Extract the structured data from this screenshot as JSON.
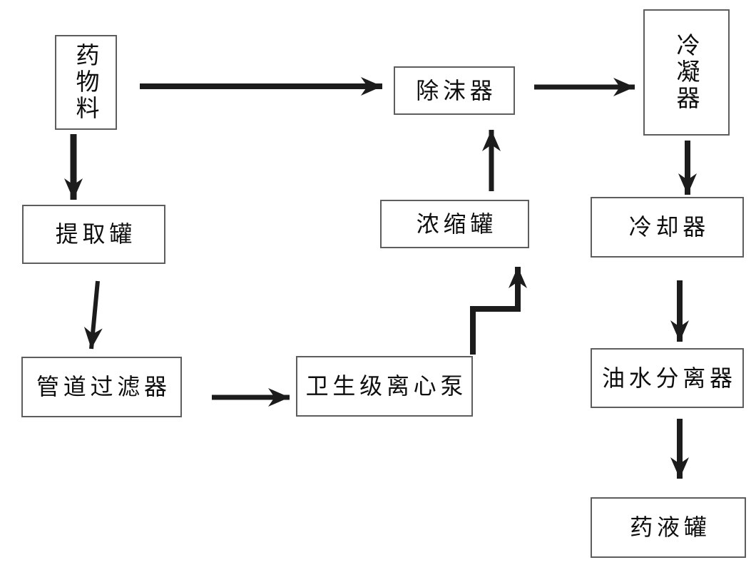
{
  "diagram": {
    "type": "process-flowchart",
    "background_color": "#ffffff",
    "arrow_color": "#1c1c1c",
    "box_border_color": "#5d5d5d",
    "text_color": "#0e0e0e",
    "nodes": {
      "drug_material": {
        "label": "药物料",
        "text_orientation": "vertical"
      },
      "extraction_tank": {
        "label": "提取罐",
        "text_orientation": "horizontal"
      },
      "pipeline_filter": {
        "label": "管道过滤器",
        "text_orientation": "horizontal"
      },
      "sanitary_centrifugal_pump": {
        "label": "卫生级离心泵",
        "text_orientation": "horizontal"
      },
      "concentration_tank": {
        "label": "浓缩罐",
        "text_orientation": "horizontal"
      },
      "demister": {
        "label": "除沫器",
        "text_orientation": "horizontal"
      },
      "condenser": {
        "label": "冷凝器",
        "text_orientation": "vertical"
      },
      "cooler": {
        "label": "冷却器",
        "text_orientation": "horizontal"
      },
      "oil_water_separator": {
        "label": "油水分离器",
        "text_orientation": "horizontal"
      },
      "medicine_liquid_tank": {
        "label": "药液罐",
        "text_orientation": "horizontal"
      }
    },
    "edges": [
      {
        "from": "药物料",
        "to": "除沫器",
        "shape": "straight-right"
      },
      {
        "from": "药物料",
        "to": "提取罐",
        "shape": "straight-down"
      },
      {
        "from": "提取罐",
        "to": "管道过滤器",
        "shape": "straight-down"
      },
      {
        "from": "管道过滤器",
        "to": "卫生级离心泵",
        "shape": "straight-right"
      },
      {
        "from": "卫生级离心泵",
        "to": "浓缩罐",
        "shape": "elbow-up-right-up"
      },
      {
        "from": "浓缩罐",
        "to": "除沫器",
        "shape": "straight-up"
      },
      {
        "from": "除沫器",
        "to": "冷凝器",
        "shape": "straight-right"
      },
      {
        "from": "冷凝器",
        "to": "冷却器",
        "shape": "straight-down"
      },
      {
        "from": "冷却器",
        "to": "油水分离器",
        "shape": "straight-down"
      },
      {
        "from": "油水分离器",
        "to": "药液罐",
        "shape": "straight-down"
      }
    ]
  }
}
